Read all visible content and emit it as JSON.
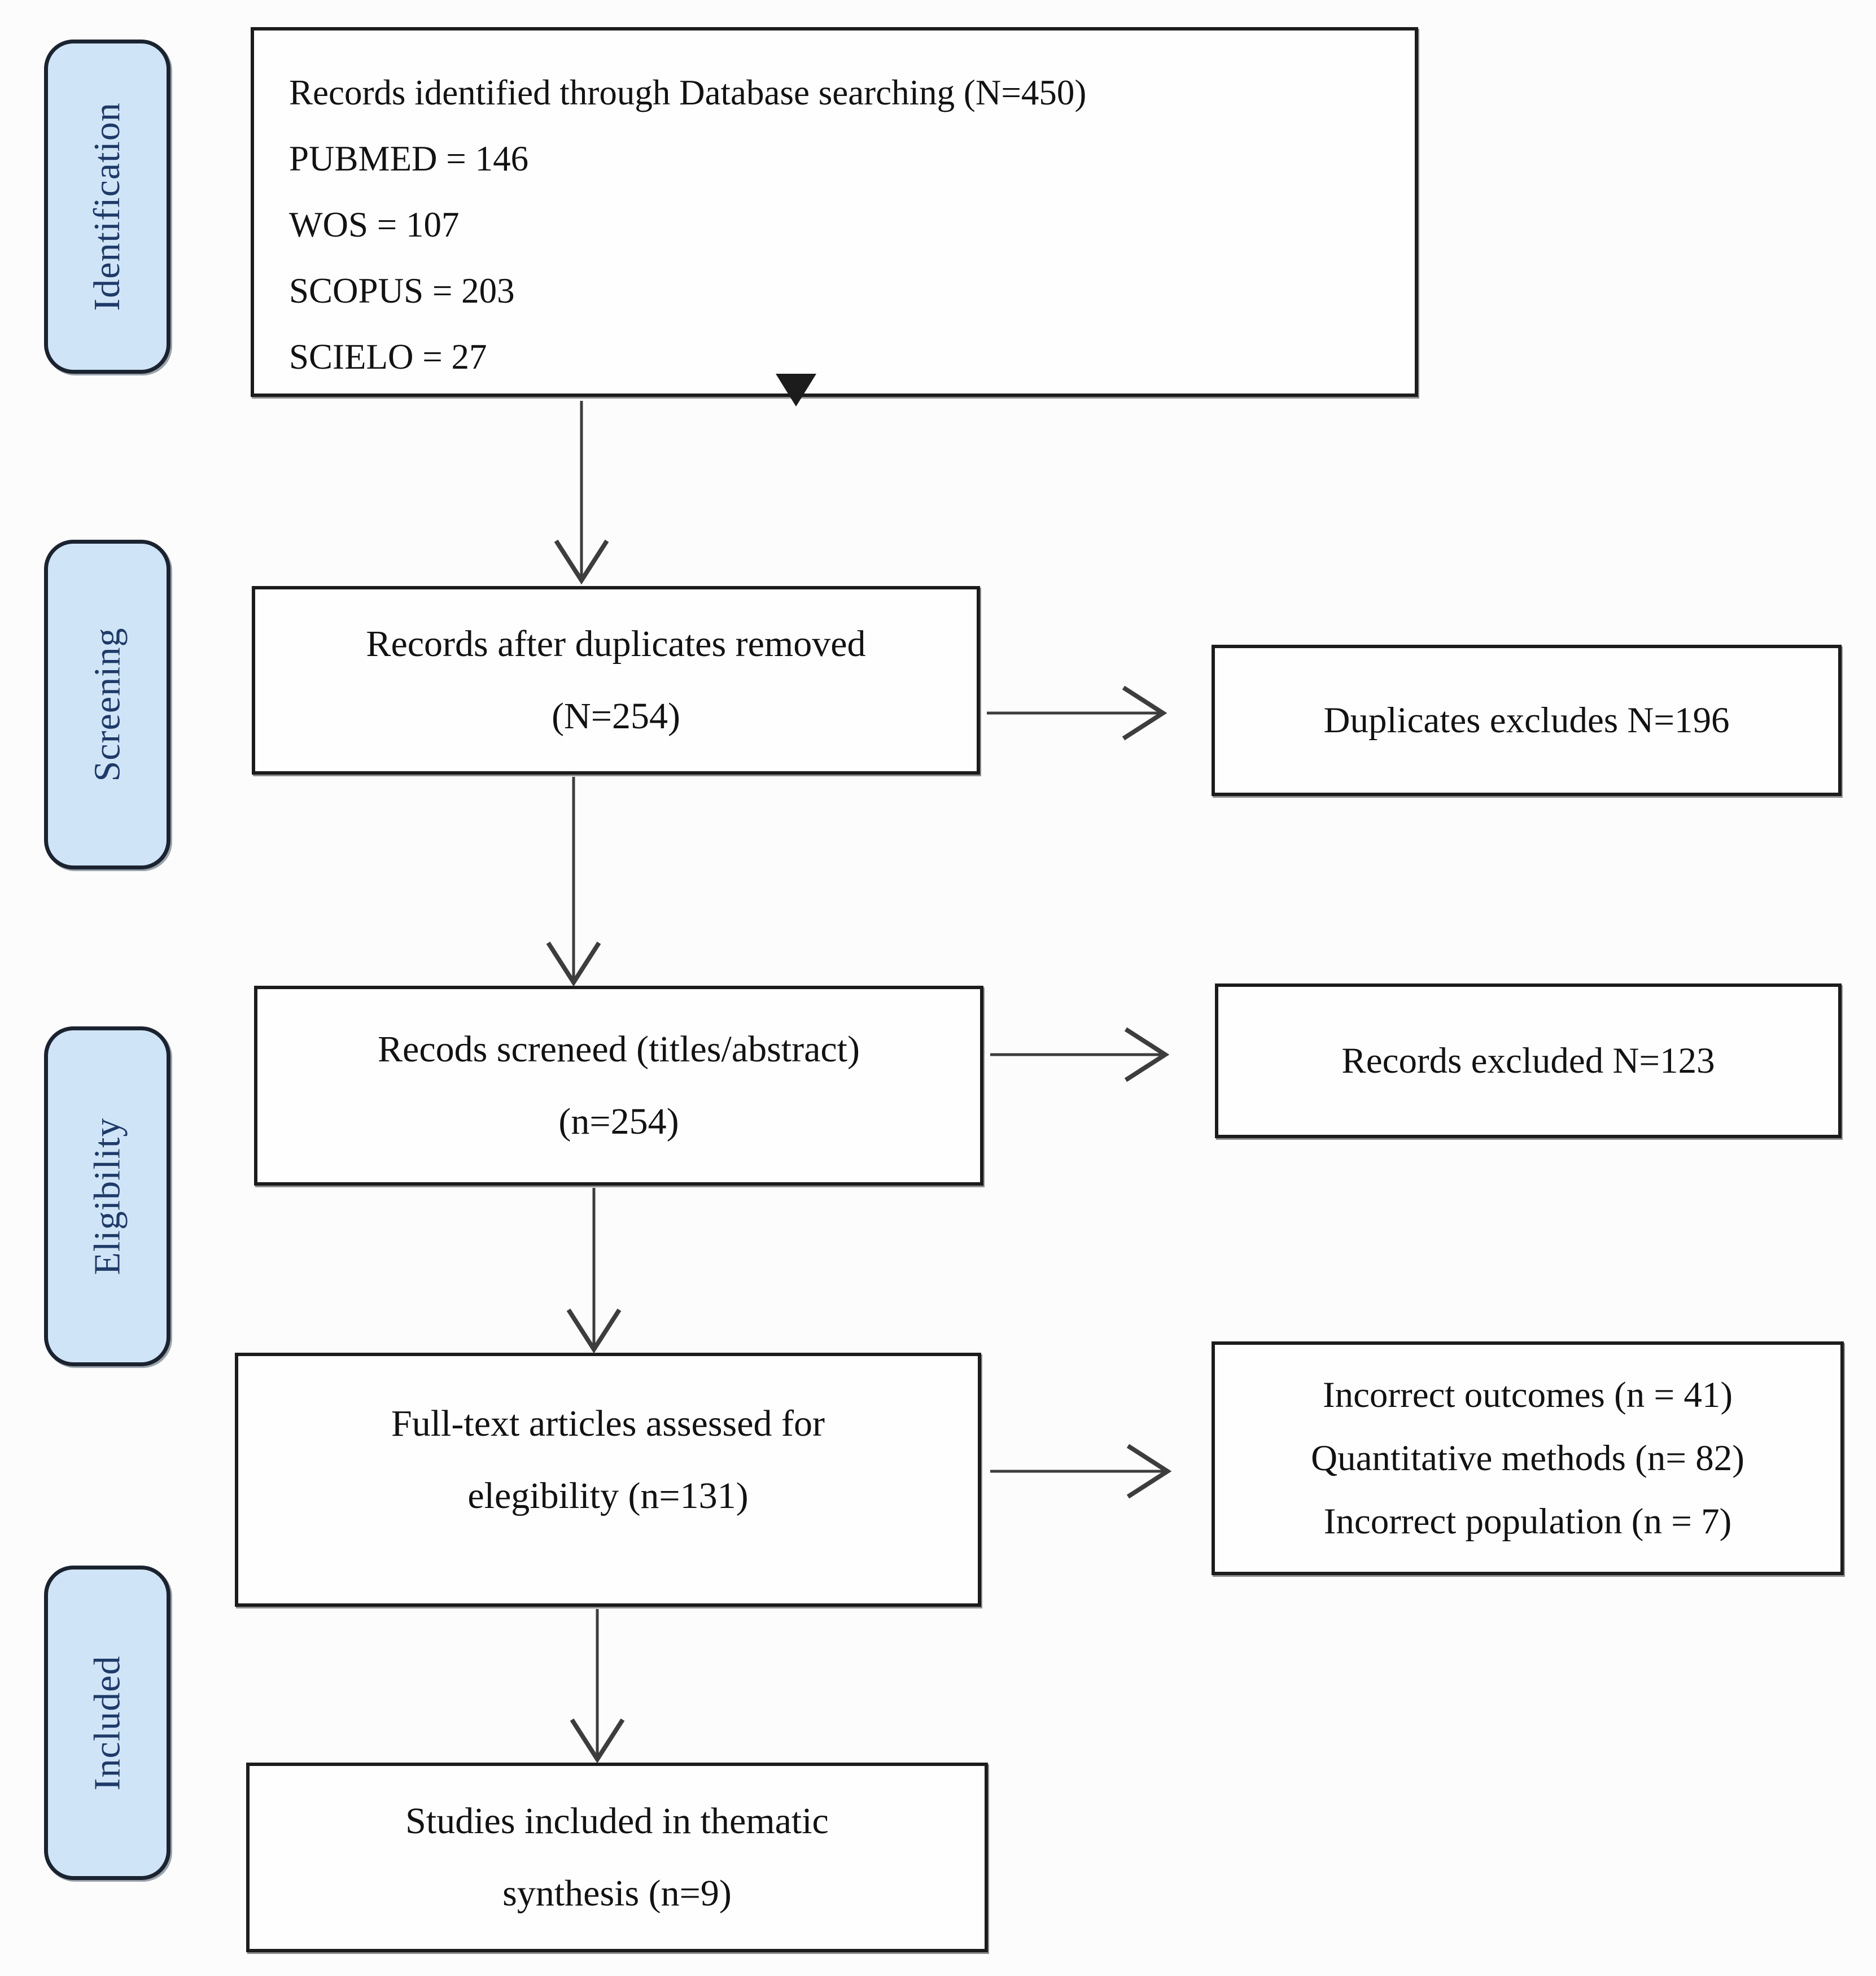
{
  "figure": {
    "kind": "PRISMA flow diagram",
    "colors": {
      "stage_fill": "#cfe4f6",
      "stage_text": "#1f3a68",
      "box_border": "#1c1c1c",
      "box_fill": "#fefefe",
      "arrow": "#3d3d3d",
      "background": "#fcfcfc"
    }
  },
  "stages": [
    {
      "label": "Identification"
    },
    {
      "label": "Screening"
    },
    {
      "label": "Eligibility"
    },
    {
      "label": "Included"
    }
  ],
  "flow_boxes": [
    {
      "id": "records-identified",
      "lines": [
        "Records identified through Database searching (N=450)",
        "PUBMED = 146",
        "WOS = 107",
        "SCOPUS = 203",
        "SCIELO = 27"
      ]
    },
    {
      "id": "duplicates-removed",
      "lines": [
        "Records after duplicates removed",
        "(N=254)"
      ]
    },
    {
      "id": "records-screened",
      "lines": [
        "Recods screneed (titles/abstract)",
        "(n=254)"
      ]
    },
    {
      "id": "fulltext-assessed",
      "lines": [
        "Full-text articles assessed for",
        "elegibility (n=131)"
      ]
    },
    {
      "id": "studies-included",
      "lines": [
        "Studies included in thematic",
        "synthesis (n=9)"
      ]
    }
  ],
  "exclusion_boxes": [
    {
      "id": "duplicates-excluded",
      "lines": [
        "Duplicates excludes N=196"
      ]
    },
    {
      "id": "records-excluded",
      "lines": [
        "Records excluded N=123"
      ]
    },
    {
      "id": "fulltext-excluded",
      "lines": [
        "Incorrect outcomes (n = 41)",
        "Quantitative methods (n= 82)",
        "Incorrect population (n = 7)"
      ]
    }
  ]
}
